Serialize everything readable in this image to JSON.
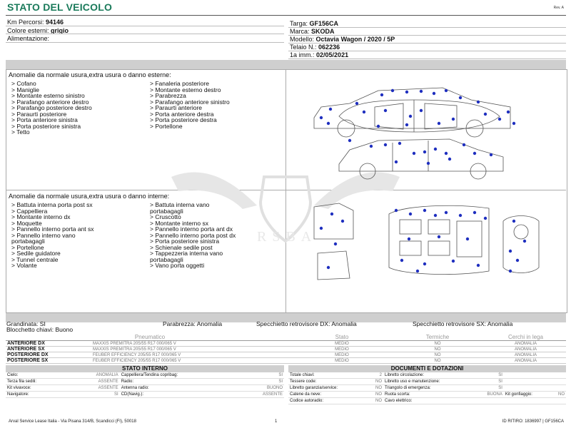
{
  "header": {
    "title": "STATO DEL VEICOLO",
    "rev": "Rev. A"
  },
  "vehicle": {
    "km_label": "Km Percorsi:",
    "km_value": "94146",
    "colore_label": "Colore esterni:",
    "colore_value": "grigio",
    "alimentazione_label": "Alimentazione:",
    "alimentazione_value": "",
    "targa_label": "Targa:",
    "targa_value": "GF156CA",
    "marca_label": "Marca:",
    "marca_value": "SKODA",
    "modello_label": "Modello:",
    "modello_value": "Octavia Wagon / 2020 / 5P",
    "telaio_label": "Telaio N.:",
    "telaio_value": "062236",
    "imm_label": "1a imm.:",
    "imm_value": "02/05/2021"
  },
  "exterior": {
    "title": "Anomalie da normale usura,extra usura o danno esterne:",
    "col1": [
      "> Cofano",
      "> Maniglie",
      "> Montante esterno sinistro",
      "> Parafango anteriore destro",
      "> Parafango posteriore destro",
      "> Paraurti posteriore",
      "> Porta anteriore sinistra",
      "> Porta posteriore sinistra",
      "> Tetto"
    ],
    "col2": [
      "> Fanaleria posteriore",
      "> Montante esterno destro",
      "> Parabrezza",
      "> Parafango anteriore sinistro",
      "> Paraurti anteriore",
      "> Porta anteriore destra",
      "> Porta posteriore destra",
      "> Portellone"
    ]
  },
  "interior": {
    "title": "Anomalie da normale usura,extra usura o danno interne:",
    "col1": [
      "> Battuta interna porta post sx",
      "> Cappelliera",
      "> Montante interno dx",
      "> Moquette",
      "> Pannello interno porta ant sx",
      "> Pannello interno vano",
      "portabagagli",
      "> Portellone",
      "> Sedile guidatore",
      "> Tunnel centrale",
      "> Volante"
    ],
    "col2": [
      "> Battuta interna vano",
      "portabagagli",
      "> Cruscotto",
      "> Montante interno sx",
      "> Pannello interno porta ant dx",
      "> Pannello interno porta post dx",
      "> Porta posteriore sinistra",
      "> Schienale sedile post",
      "> Tappezzeria interna vano",
      "portabagagli",
      "> Vano porta oggetti"
    ]
  },
  "status": {
    "grandinata": "Grandinata: SI",
    "parabrezza": "Parabrezza: Anomalia",
    "spec_dx": "Specchietto retrovisore DX: Anomalia",
    "spec_sx": "Specchietto retrovisore SX: Anomalia",
    "blocchetto": "Blocchetto chiavi: Buono"
  },
  "tyres": {
    "headers": [
      "Pneumatico",
      "Stato",
      "Termiche",
      "Cerchi in lega"
    ],
    "rows": [
      {
        "pos": "ANTERIORE DX",
        "model": "MAXXIS PREMITRA 205/55 R17 000/065 V",
        "stato": "MEDIO",
        "termiche": "NO",
        "cerchi": "ANOMALIA"
      },
      {
        "pos": "ANTERIORE SX",
        "model": "MAXXIS PREMITRA 205/55 R17 000/065 V",
        "stato": "MEDIO",
        "termiche": "NO",
        "cerchi": "ANOMALIA"
      },
      {
        "pos": "POSTERIORE DX",
        "model": "FEUBER EFFICIENCY 205/55 R17 000/065 V",
        "stato": "MEDIO",
        "termiche": "NO",
        "cerchi": "ANOMALIA"
      },
      {
        "pos": "POSTERIORE SX",
        "model": "FEUBER EFFICIENCY 205/55 R17 000/065 V",
        "stato": "MEDIO",
        "termiche": "NO",
        "cerchi": "ANOMALIA"
      }
    ]
  },
  "stato_interno": {
    "title": "STATO INTERNO",
    "rows": [
      [
        "Cielo:",
        "ANOMALIA",
        "Cappelliera/Tendina copribag:",
        "SI"
      ],
      [
        "Terza fila sedili:",
        "ASSENTE",
        "Radio:",
        "SI"
      ],
      [
        "Kit vivavoce:",
        "ASSENTE",
        "Antenna radio:",
        "BUONO"
      ],
      [
        "Navigatore:",
        "SI",
        "CD(Navig.):",
        "ASSENTE"
      ]
    ]
  },
  "documenti": {
    "title": "DOCUMENTI E DOTAZIONI",
    "rows": [
      [
        "Totale chiavi:",
        "2",
        "Libretto circolazione:",
        "SI",
        "",
        ""
      ],
      [
        "Tessere code:",
        "NO",
        "Libretto uso e manutenzione:",
        "SI",
        "",
        ""
      ],
      [
        "Libretto garanzia/service:",
        "NO",
        "Triangolo di emergenza:",
        "SI",
        "",
        ""
      ],
      [
        "Catene da neve:",
        "NO",
        "Ruota scorta:",
        "BUONA",
        "Kit gonfiaggio:",
        "NO"
      ],
      [
        "Codice autoradio:",
        "NO",
        "Cavo elettrico:",
        "",
        "",
        ""
      ]
    ]
  },
  "footer": {
    "left": "Arval Service Lease Italia - Via Pisana 314/B, Scandicci (FI), 50018",
    "page": "1",
    "right": "ID RITIRO: 1836997 | GF156CA"
  },
  "colors": {
    "title": "#1a7a5a",
    "dot": "#1f2fbf",
    "band": "#cfcfcf"
  }
}
